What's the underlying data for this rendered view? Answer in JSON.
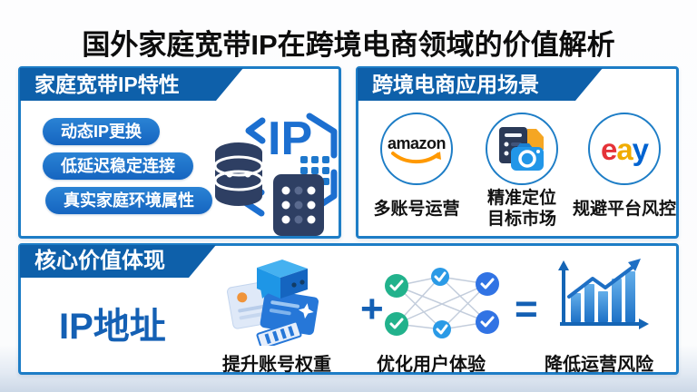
{
  "title": "国外家庭宽带IP在跨境电商领域的价值解析",
  "panels": {
    "features": {
      "header": "家庭宽带IP特性",
      "items": [
        "动态IP更换",
        "低延迟稳定连接",
        "真实家庭环境属性"
      ],
      "icon_text": "IP"
    },
    "scenarios": {
      "header": "跨境电商应用场景",
      "items": [
        {
          "logo": "amazon",
          "label": "多账号运营"
        },
        {
          "icon": "server-camera",
          "label_line1": "精准定位",
          "label_line2": "目标市场"
        },
        {
          "logo": "eay",
          "label": "规避平台风控"
        }
      ]
    },
    "value": {
      "header": "核心价值体现",
      "subject": "IP地址",
      "plus": "+",
      "equals": "=",
      "items": [
        {
          "label": "提升账号权重"
        },
        {
          "label": "优化用户体验"
        },
        {
          "label": "降低运营风险"
        }
      ]
    }
  },
  "logos": {
    "amazon": "amazon",
    "eay": {
      "e": "e",
      "a": "a",
      "y": "y"
    }
  },
  "colors": {
    "banner_blue": "#0e60aa",
    "panel_border": "#1d7dc6",
    "pill_blue": "#1e74c9",
    "accent_text": "#1460b4",
    "amazon_orange": "#ff9900",
    "eay_red": "#e53238",
    "eay_yellow": "#f0ac00",
    "eay_blue": "#0063d1",
    "node_green": "#22b28c",
    "node_blue": "#2f77e6",
    "icon_navy": "#2e3f63"
  }
}
